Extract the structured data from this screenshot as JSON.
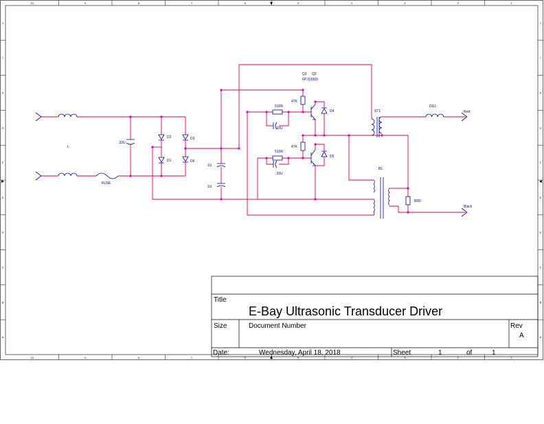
{
  "title_block": {
    "title_label": "Title",
    "title": "E-Bay Ultrasonic Transducer Driver",
    "size_label": "Size",
    "document_number_label": "Document Number",
    "rev_label": "Rev",
    "rev_value": "A",
    "date_label": "Date:",
    "date_value": "Wednesday, April 18, 2018",
    "sheet_label": "Sheet",
    "sheet_value": "1",
    "of_label": "of",
    "of_value": "1"
  },
  "border": {
    "columns": [
      "10",
      "9",
      "8",
      "7",
      "6",
      "5",
      "4",
      "3",
      "2",
      "1"
    ],
    "rows": [
      "J",
      "I",
      "H",
      "G",
      "F",
      "E",
      "D",
      "C",
      "B",
      "A"
    ]
  },
  "components": {
    "inductor_l": "L",
    "cap_input": ".33U",
    "fuse": "FUSE",
    "d1": "D1",
    "d2": "D2",
    "d3": "D3",
    "d6": "D6",
    "cap1": "1U",
    "cap2": "1U",
    "q1": "Q1",
    "q2": "Q2",
    "q_part": "FPJ13009",
    "r_top": "47K",
    "r_bottom": "47K",
    "r_base_top": "510R",
    "r_base_bottom": "510R",
    "c_base_top": ".33U",
    "c_base_bottom": ".33U",
    "d4": "D4",
    "d5": "D5",
    "t1": "ST1",
    "b1": "B1",
    "dg1": "DG1",
    "br5": "BR5",
    "out_red": "Red",
    "out_black": "Black"
  },
  "colors": {
    "wire": "#e0004e",
    "component": "#0000a0",
    "junction": "#d000d0"
  }
}
